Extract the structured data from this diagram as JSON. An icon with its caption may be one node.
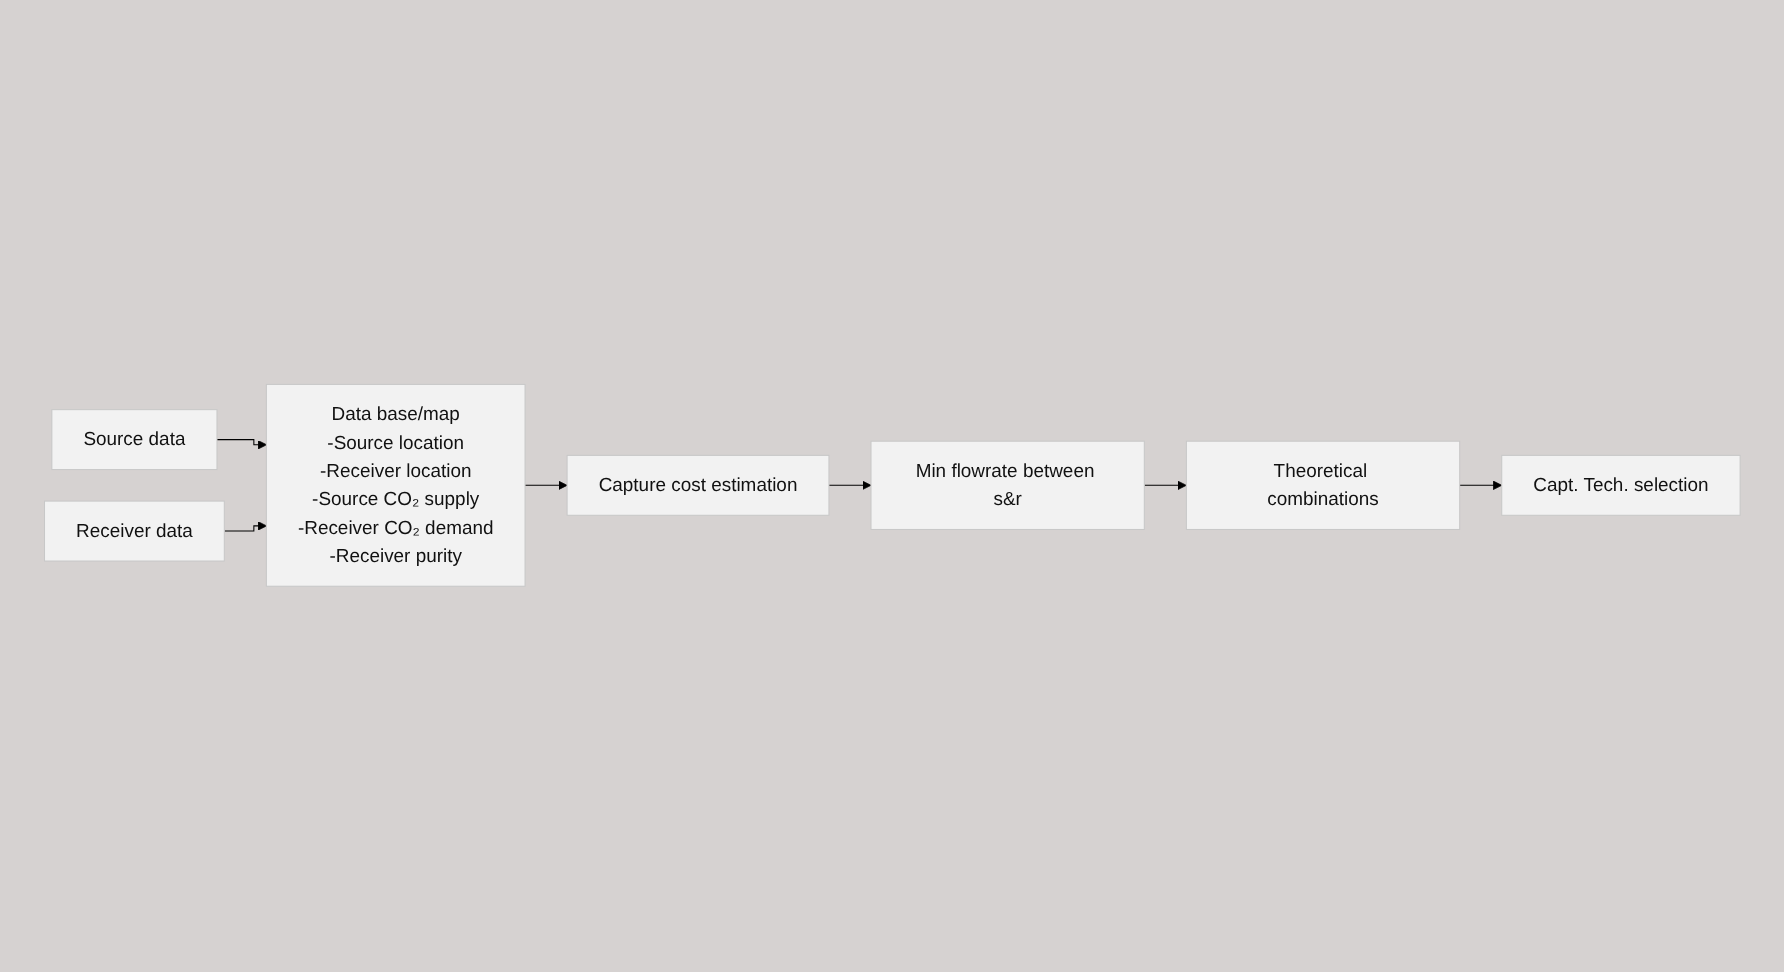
{
  "diagram": {
    "nodes": [
      {
        "text": [
          "Source data"
        ]
      },
      {
        "text": [
          "Receiver data"
        ]
      },
      {
        "text": [
          "Data base/map",
          "-Source location",
          "-Receiver location",
          "-Source CO₂ supply",
          "-Receiver CO₂ demand",
          "-Receiver purity"
        ]
      },
      {
        "text": [
          "Capture cost estimation"
        ]
      },
      {
        "text": [
          "Min flowrate between s&r"
        ]
      },
      {
        "text": [
          "Theoretical combinations"
        ]
      },
      {
        "text": [
          "Capt. Tech. selection"
        ]
      }
    ],
    "edges": [
      {
        "from": 0,
        "to": 2,
        "arrow": "to"
      },
      {
        "from": 1,
        "to": 2,
        "arrow": "to"
      },
      {
        "from": 2,
        "to": 3,
        "arrow": "to"
      },
      {
        "from": 3,
        "to": 4,
        "arrow": "to"
      },
      {
        "from": 4,
        "to": 5,
        "arrow": "to"
      },
      {
        "from": 5,
        "to": 6,
        "arrow": "to"
      }
    ]
  }
}
